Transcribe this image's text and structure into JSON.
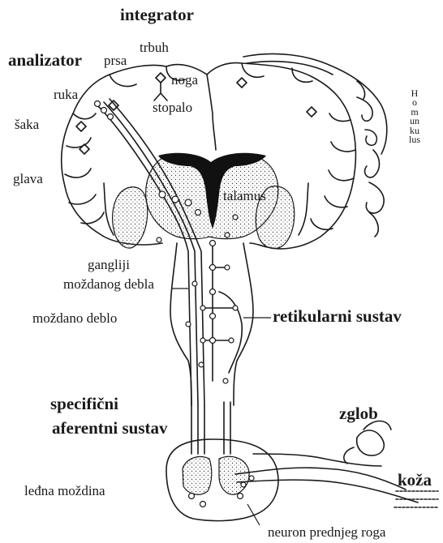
{
  "labels": {
    "integrator": "integrator",
    "analizator": "analizator",
    "prsa": "prsa",
    "trbuh": "trbuh",
    "noga": "noga",
    "ruka": "ruka",
    "stopalo": "stopalo",
    "saka": "šaka",
    "glava": "glava",
    "talamus": "talamus",
    "gangliji": "gangliji",
    "mozdanog_debla": "moždanog debla",
    "mozdano_deblo": "moždano deblo",
    "retikularni_sustav": "retikularni sustav",
    "specificni": "specifični",
    "aferentni_sustav": "aferentni sustav",
    "zglob": "zglob",
    "koza": "koža",
    "ledna_mozdina": "leđna moždina",
    "neuron_prednjeg_roga": "neuron prednjeg roga",
    "homunkulus": "Homunkulus"
  }
}
